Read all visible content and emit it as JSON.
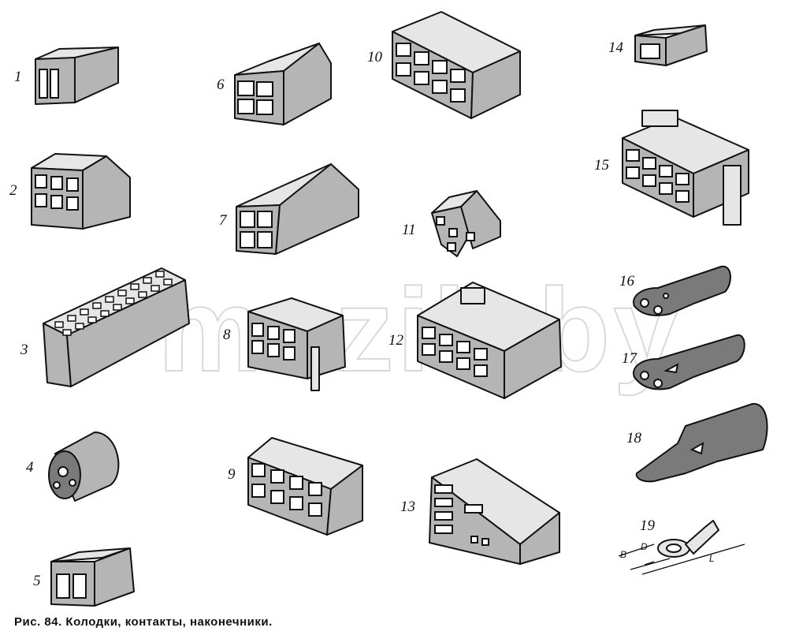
{
  "figure": {
    "caption": "Рис. 84. Колодки, контакты, наконечники.",
    "watermark": "mazik.by",
    "dimension_labels": [
      "B",
      "D",
      "L"
    ],
    "items": [
      {
        "label": "1"
      },
      {
        "label": "2"
      },
      {
        "label": "3"
      },
      {
        "label": "4"
      },
      {
        "label": "5"
      },
      {
        "label": "6"
      },
      {
        "label": "7"
      },
      {
        "label": "8"
      },
      {
        "label": "9"
      },
      {
        "label": "10"
      },
      {
        "label": "11"
      },
      {
        "label": "12"
      },
      {
        "label": "13"
      },
      {
        "label": "14"
      },
      {
        "label": "15"
      },
      {
        "label": "16"
      },
      {
        "label": "17"
      },
      {
        "label": "18"
      },
      {
        "label": "19"
      }
    ]
  }
}
